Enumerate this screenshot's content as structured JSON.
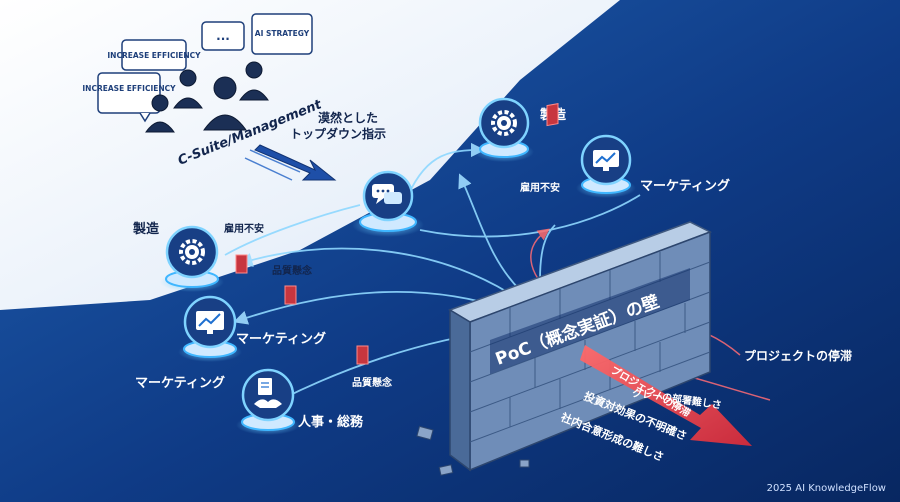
{
  "bubbles": {
    "b1": "INCREASE EFFICIENCY",
    "b2": "INCREASE EFFICIENCY",
    "b3": "...",
    "b4": "AI STRATEGY"
  },
  "csuite_label": "C-Suite/Management",
  "directive": {
    "line1": "漠然とした",
    "line2": "トップダウン指示"
  },
  "hub_icon": "chat-bubbles-icon",
  "right_nodes": [
    {
      "label": "製造",
      "icon": "gear-icon"
    },
    {
      "label": "マーケティング",
      "icon": "monitor-chart-icon"
    }
  ],
  "right_concern": "雇用不安",
  "left_nodes": [
    {
      "label": "製造",
      "icon": "gear-icon"
    },
    {
      "label": "マーケティング",
      "icon": "monitor-chart-icon"
    },
    {
      "label": "人事・総務",
      "icon": "handshake-icon"
    }
  ],
  "left_concerns": [
    "雇用不安",
    "品質懸念",
    "品質懸念"
  ],
  "marketing_mid_label": "マーケティング",
  "wall_title": "PoC（概念実証）の壁",
  "outcomes": {
    "stall_right": "プロジェクトの停滞",
    "stall_arrow": "プロジェクトの停滞",
    "gray_area": "グレーの部署難しさ",
    "roi": "投資対効果の不明確さ",
    "consensus": "社内合意形成の難しさ"
  },
  "footer": "2025 AI KnowledgeFlow",
  "colors": {
    "accent": "#3fb6ff",
    "warning": "#e8454d",
    "navy": "#0b2a63"
  }
}
